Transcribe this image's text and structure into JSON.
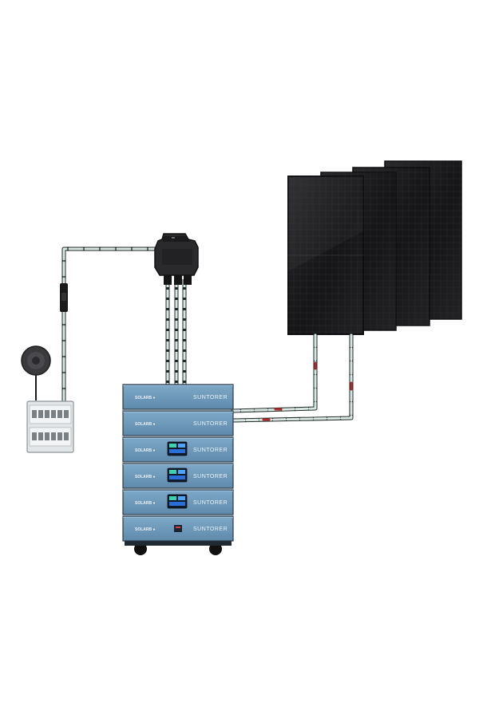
{
  "diagram": {
    "components": [
      {
        "id": "smart-meter",
        "icon": "smart-meter-icon"
      },
      {
        "id": "distribution-box",
        "icon": "breaker-panel-icon"
      },
      {
        "id": "micro-inverter",
        "icon": "inverter-icon"
      },
      {
        "id": "battery-storage",
        "icon": "battery-stack-icon",
        "modules": 6,
        "modules_with_display": 3
      },
      {
        "id": "solar-panels",
        "icon": "solar-panel-icon",
        "count": 4
      }
    ],
    "connections": [
      {
        "from": "distribution-box",
        "to": "micro-inverter"
      },
      {
        "from": "micro-inverter",
        "to": "battery-storage"
      },
      {
        "from": "battery-storage",
        "to": "solar-panels"
      },
      {
        "from": "smart-meter",
        "to": "distribution-box"
      }
    ]
  },
  "battery": {
    "modules": [
      {
        "left_brand": "SOLARB ●",
        "right_brand": "SUNTORER",
        "display": "none"
      },
      {
        "left_brand": "SOLARB ●",
        "right_brand": "SUNTORER",
        "display": "none"
      },
      {
        "left_brand": "SOLARB ●",
        "right_brand": "SUNTORER",
        "display": "screen"
      },
      {
        "left_brand": "SOLARB ●",
        "right_brand": "SUNTORER",
        "display": "screen"
      },
      {
        "left_brand": "SOLARB ●",
        "right_brand": "SUNTORER",
        "display": "screen"
      },
      {
        "left_brand": "SOLARB ●",
        "right_brand": "SUNTORER",
        "display": "port"
      }
    ]
  },
  "colors": {
    "panel": "#1b1b1d",
    "battery_body": "#6f9bbd",
    "battery_dark": "#2a3a48",
    "cable_light": "#d9e6e2",
    "cable_dark": "#1f2a28",
    "cable_red": "#b02a2a"
  }
}
